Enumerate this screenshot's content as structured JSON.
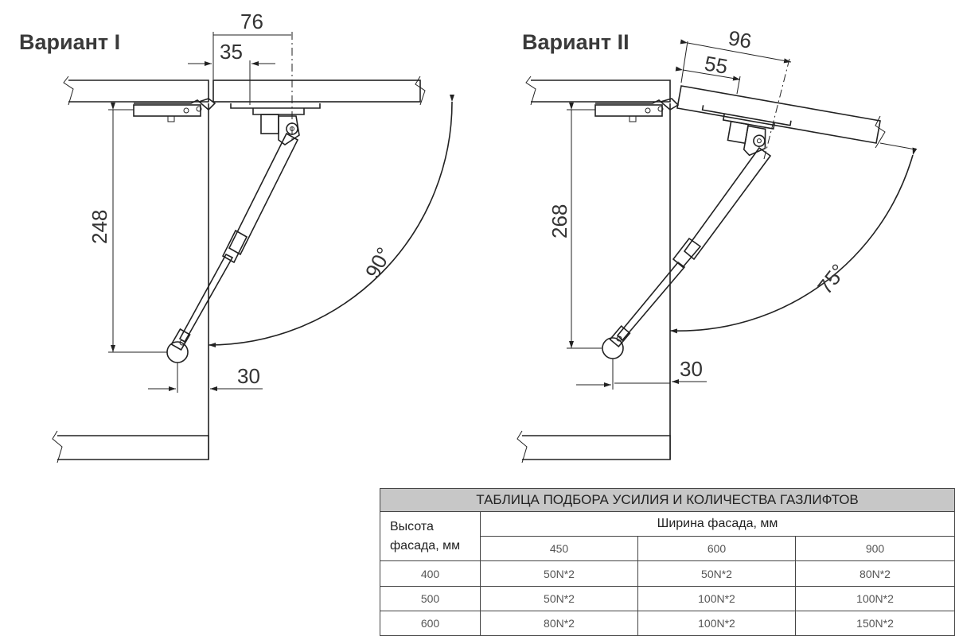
{
  "variants": [
    {
      "title": "Вариант I",
      "dims": {
        "d76": "76",
        "d35": "35",
        "d248": "248",
        "angle": "90°",
        "d30": "30"
      }
    },
    {
      "title": "Вариант II",
      "dims": {
        "d96": "96",
        "d55": "55",
        "d268": "268",
        "angle": "75°",
        "d30": "30"
      }
    }
  ],
  "table": {
    "title": "ТАБЛИЦА ПОДБОРА УСИЛИЯ И КОЛИЧЕСТВА ГАЗЛИФТОВ",
    "height_header": [
      "Высота",
      "фасада, мм"
    ],
    "width_header": "Ширина фасада, мм",
    "width_columns": [
      "450",
      "600",
      "900"
    ],
    "rows": [
      {
        "height": "400",
        "values": [
          "50N*2",
          "50N*2",
          "80N*2"
        ]
      },
      {
        "height": "500",
        "values": [
          "50N*2",
          "100N*2",
          "100N*2"
        ]
      },
      {
        "height": "600",
        "values": [
          "80N*2",
          "100N*2",
          "150N*2"
        ]
      }
    ]
  }
}
